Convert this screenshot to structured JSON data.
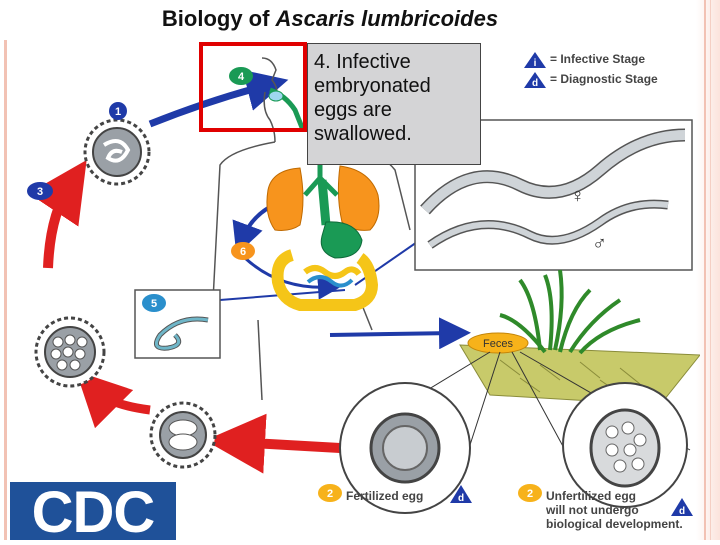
{
  "slide": {
    "title_prefix": "Biology of ",
    "title_species": "Ascaris lumbricoides"
  },
  "callout": {
    "text": "4. Infective embryonated eggs are swallowed."
  },
  "legend": {
    "infective_symbol": "i",
    "infective_label": "= Infective Stage",
    "diagnostic_symbol": "d",
    "diagnostic_label": "= Diagnostic Stage"
  },
  "stages": {
    "s1": "1",
    "s2a": "2",
    "s2b": "2",
    "s3": "3",
    "s4": "4",
    "s5": "5",
    "s6": "6"
  },
  "labels": {
    "feces": "Feces",
    "fertilized_egg": "Fertilized egg",
    "unfertilized_line1": "Unfertilized egg",
    "unfertilized_line2": "will not undergo",
    "unfertilized_line3": "biological development.",
    "female_symbol": "♀",
    "male_symbol": "♂"
  },
  "logo": {
    "text": "CDC"
  },
  "colors": {
    "arrow_red": "#e02020",
    "arrow_blue": "#1f3aa8",
    "highlight_red": "#e00000",
    "lungs_orange": "#f7941d",
    "stomach_green": "#1a9a55",
    "intestine_yellow": "#f5c518",
    "stage_badge": "#f7b21a",
    "cdc_blue": "#1f5199"
  }
}
